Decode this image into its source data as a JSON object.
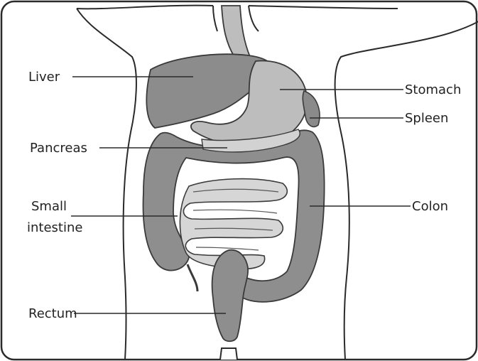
{
  "labels": {
    "liver": "Liver",
    "stomach": "Stomach",
    "spleen": "Spleen",
    "pancreas": "Pancreas",
    "small_intestine_line1": "Small",
    "small_intestine_line2": "intestine",
    "colon": "Colon",
    "rectum": "Rectum"
  },
  "colors": {
    "border": "#2a2a2a",
    "outline": "#3a3a3a",
    "liver": "#8c8c8c",
    "stomach": "#bdbdbd",
    "spleen": "#8a8a8a",
    "pancreas": "#d2d2d2",
    "colon": "#8e8e8e",
    "small_intestine": "#d6d6d6",
    "rectum": "#8e8e8e",
    "body": "#ffffff"
  }
}
